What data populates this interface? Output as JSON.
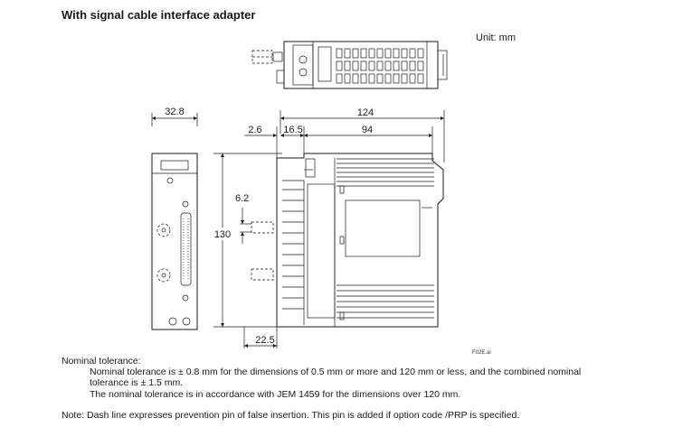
{
  "title": "With signal cable interface adapter",
  "unit_label": "Unit: mm",
  "dimensions": {
    "front_width": "32.8",
    "total_length": "124",
    "offset_left": "2.6",
    "base_depth": "16.5",
    "body_depth": "94",
    "pin_height": "6.2",
    "height": "130",
    "bottom_offset": "22.5"
  },
  "figure_id": "F02E.ai",
  "notes": {
    "heading": "Nominal tolerance:",
    "line1": "Nominal tolerance is ± 0.8 mm for the dimensions of  0.5 mm or more and 120 mm or less,  and  the combined nominal",
    "line2": "tolerance is ± 1.5 mm.",
    "line3": "The nominal tolerance is in accordance with JEM 1459 for the dimensions over 120 mm.",
    "note": "Note:  Dash line expresses prevention pin of false insertion. This pin is added if option code /PRP is specified."
  }
}
